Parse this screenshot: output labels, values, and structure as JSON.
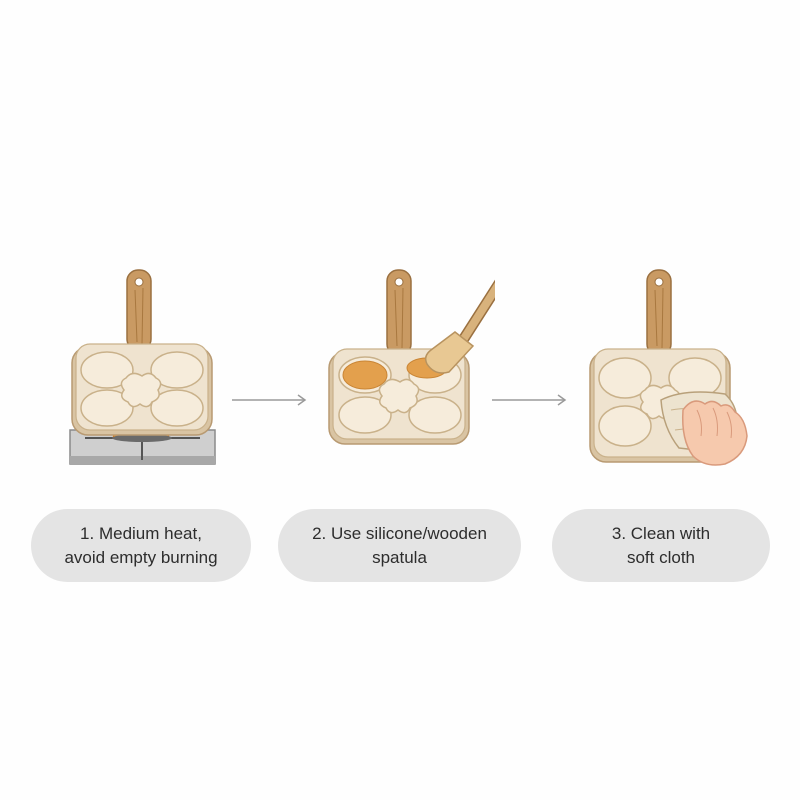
{
  "steps": [
    {
      "text": "1. Medium heat,\navoid empty burning",
      "illustration": "pan-on-gas-stove-icon"
    },
    {
      "text": "2. Use silicone/wooden\nspatula",
      "illustration": "pan-with-wooden-spatula-icon"
    },
    {
      "text": "3. Clean with\nsoft cloth",
      "illustration": "pan-wiped-with-cloth-icon"
    }
  ],
  "colors": {
    "pan_body": "#efe3cf",
    "pan_rim": "#d9c4a3",
    "pan_outline": "#b89a72",
    "handle_wood": "#c99a63",
    "flame": "#f59a23",
    "pancake": "#e3a04d",
    "caption_bg": "#e4e4e4",
    "arrow": "#9a9a9a"
  }
}
